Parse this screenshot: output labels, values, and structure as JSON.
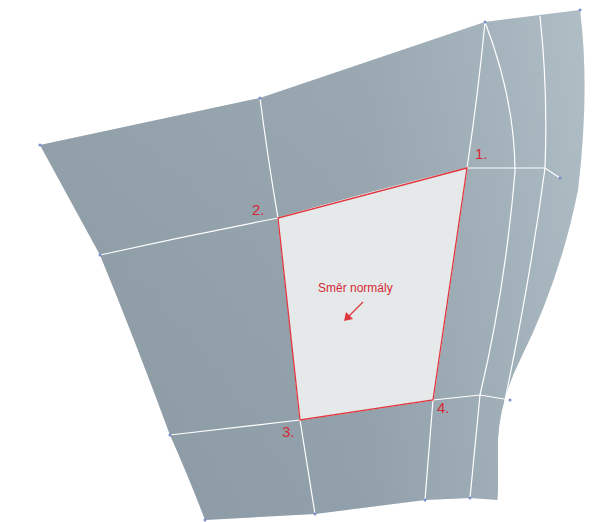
{
  "diagram": {
    "labels": [
      "1.",
      "2.",
      "3.",
      "4.",
      "Směr normály"
    ]
  }
}
